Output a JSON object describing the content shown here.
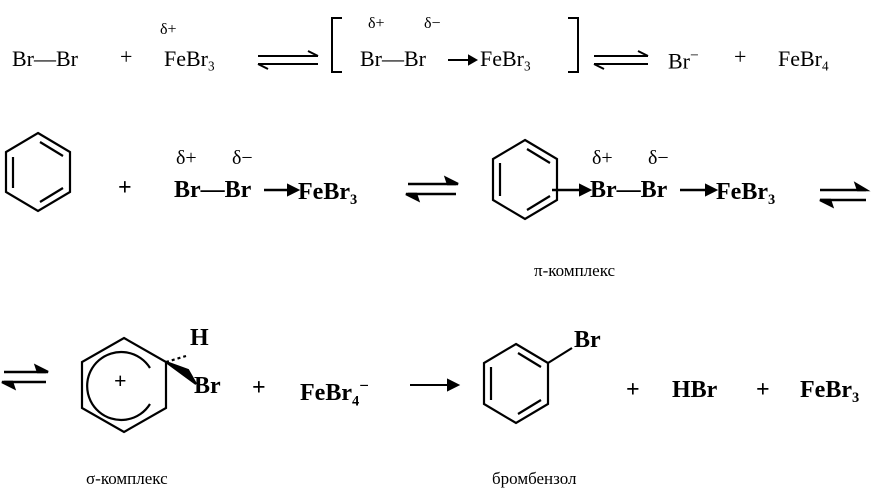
{
  "row1": {
    "br2": "Br—Br",
    "plus1": "+",
    "delta_plus_a": "δ+",
    "febr3": "FeBr",
    "febr3_sub": "3",
    "delta_plus_b": "δ+",
    "delta_minus_b": "δ−",
    "complex_br1": "Br—Br",
    "complex_febr3": "FeBr",
    "complex_febr3_sub": "3",
    "br_minus": "Br",
    "br_minus_charge": "−",
    "plus2": "+",
    "febr4": "FeBr",
    "febr4_sub": "4"
  },
  "row2": {
    "plus1": "+",
    "delta_plus": "δ+",
    "delta_minus": "δ−",
    "brbr": "Br—Br",
    "febr3": "FeBr",
    "febr3_sub": "3",
    "pi_delta_plus": "δ+",
    "pi_delta_minus": "δ−",
    "pi_brbr": "Br—Br",
    "pi_febr3": "FeBr",
    "pi_febr3_sub": "3",
    "pi_caption": "π-комплекс"
  },
  "row3": {
    "h": "H",
    "br": "Br",
    "plus_sign": "+",
    "plus1": "+",
    "febr4": "FeBr",
    "febr4_sub": "4",
    "febr4_charge": "−",
    "product_br": "Br",
    "plus2": "+",
    "hbr": "HBr",
    "plus3": "+",
    "febr3": "FeBr",
    "febr3_sub": "3",
    "sigma_caption": "σ-комплекс",
    "product_caption": "бромбензол"
  }
}
